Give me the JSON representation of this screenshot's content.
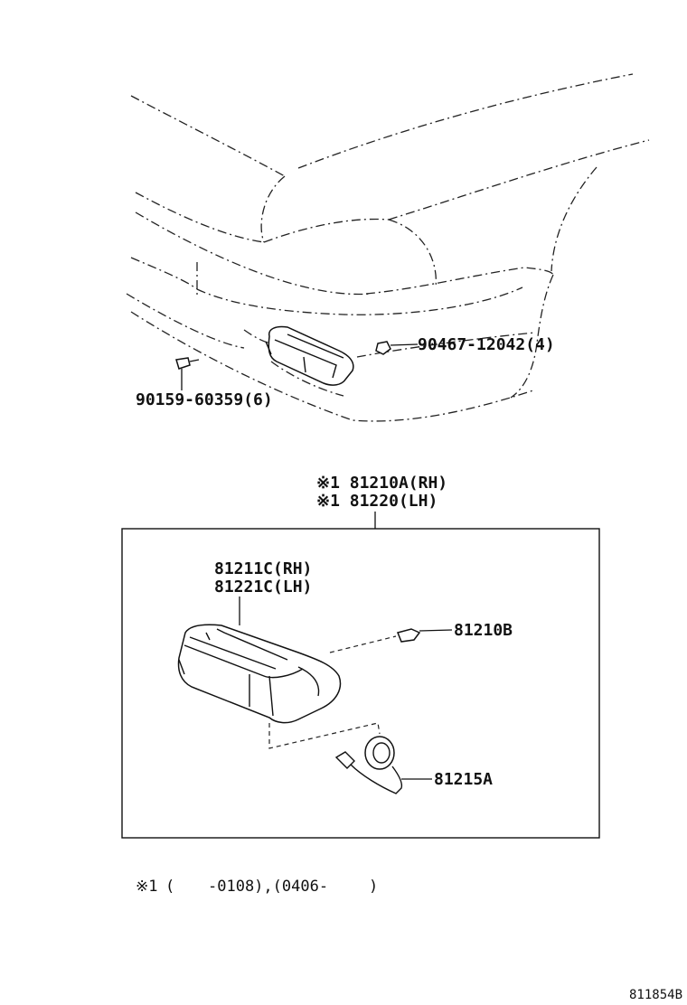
{
  "labels": {
    "bolt_90467": "90467-12042(4)",
    "screw_90159": "90159-60359(6)",
    "assy_rh": "※1 81210A(RH)",
    "assy_lh": "※1 81220(LH)",
    "housing_rh": "81211C(RH)",
    "housing_lh": "81221C(LH)",
    "bulb": "81210B",
    "socket": "81215A"
  },
  "footnote": {
    "mark": "※1",
    "range_start": "(",
    "range_end": "-0108),(0406-",
    "close": ")"
  },
  "drawing_number": "811854B"
}
